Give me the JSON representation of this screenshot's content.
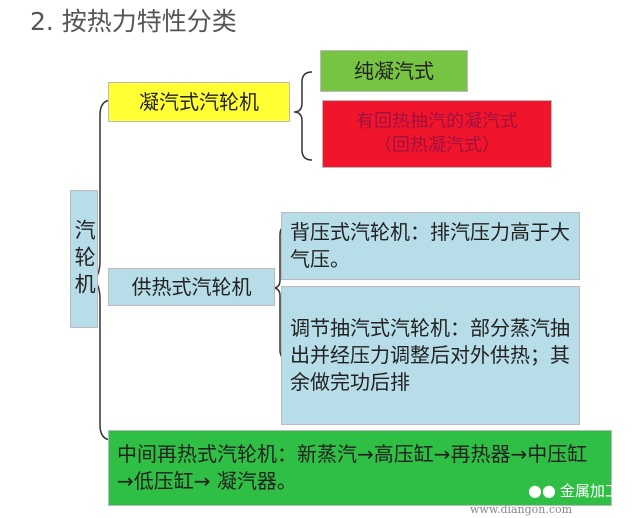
{
  "title": "2. 按热力特性分类",
  "root": "汽轮机",
  "condensing": {
    "label": "凝汽式汽轮机",
    "children": [
      "纯凝汽式",
      "有回热抽汽的凝汽式",
      "（回热凝汽式）"
    ]
  },
  "heating": {
    "label": "供热式汽轮机",
    "children": [
      "背压式汽轮机：排汽压力高于大气压。",
      "调节抽汽式汽轮机：部分蒸汽抽出并经压力调整后对外供热；其余做完功后排"
    ]
  },
  "reheat": "中间再热式汽轮机：新蒸汽→高压缸→再热器→中压缸→低压缸→ 凝汽器。",
  "watermark": {
    "brand": "金属加工",
    "site": "www.diangon.com"
  },
  "colors": {
    "yellow": "#ffff33",
    "green": "#76c442",
    "red": "#f0152a",
    "blue": "#b7dde8",
    "bottom_green": "#2fbf45"
  }
}
